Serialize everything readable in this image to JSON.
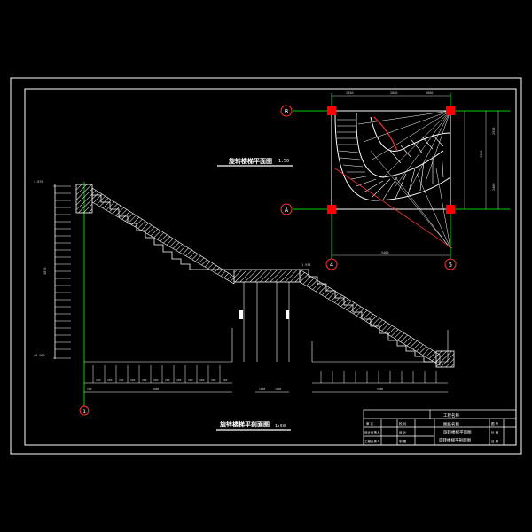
{
  "drawing": {
    "plan_title": "旋转楼梯平面图",
    "plan_scale": "1:50",
    "section_title": "旋转楼梯平剖面图",
    "section_scale": "1:50"
  },
  "grid_labels": {
    "row_b": "B",
    "row_a": "A",
    "col_4": "4",
    "col_5": "5",
    "section_axis": "1"
  },
  "title_block": {
    "project_row1": "工程名称",
    "project_row2": "图纸名称",
    "drawing_name": "旋转楼梯平面图",
    "drawing_name2": "旋转楼梯平剖面图",
    "cells": [
      "审 定",
      "校 对",
      "设计负责人",
      "设 计",
      "工程负责人",
      "制 图",
      "图 号",
      "比 例",
      "日 期"
    ]
  },
  "colors": {
    "frame": "#ffffff",
    "grid_line": "#00cc00",
    "stair": "#ffffff",
    "column": "#ff0000",
    "radial": "#ff3333",
    "dimension": "#cccccc",
    "axis_bubble": "#ff3333"
  }
}
